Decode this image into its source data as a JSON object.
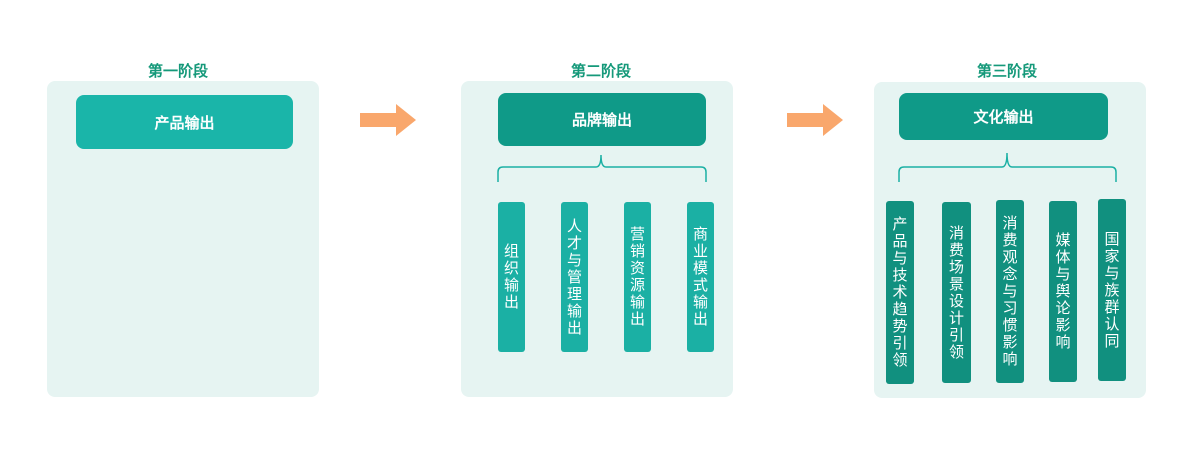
{
  "stages": [
    {
      "title": "第一阶段",
      "header": "产品输出",
      "items": []
    },
    {
      "title": "第二阶段",
      "header": "品牌输出",
      "items": [
        "组织输出",
        "人才与管理输出",
        "营销资源输出",
        "商业模式输出"
      ]
    },
    {
      "title": "第三阶段",
      "header": "文化输出",
      "items": [
        "产品与技术趋势引领",
        "消费场景设计引领",
        "消费观念与习惯影响",
        "媒体与舆论影响",
        "国家与族群认同"
      ]
    }
  ],
  "colors": {
    "title": "#15997a",
    "panel": "#e6f4f2",
    "header1": "#1ab5a9",
    "header2": "#0f9a88",
    "arrow": "#f9a76c"
  }
}
